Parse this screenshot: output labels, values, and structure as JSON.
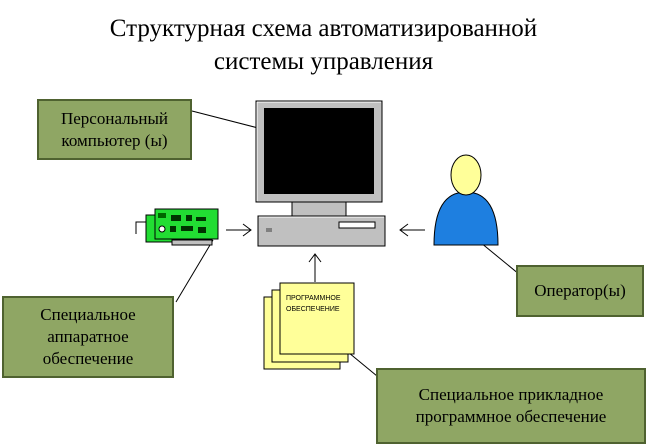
{
  "title": {
    "line1": "Структурная схема автоматизированной",
    "line2": "системы управления"
  },
  "labels": {
    "pc": {
      "line1": "Персональный",
      "line2": "компьютер (ы)"
    },
    "operator": "Оператор(ы)",
    "hardware": {
      "line1": "Специальное",
      "line2": "аппаратное",
      "line3": "обеспечение"
    },
    "software": {
      "line1": "Специальное прикладное",
      "line2": "программное обеспечение"
    }
  },
  "document": {
    "line1": "ПРОГРАММНОЕ",
    "line2": "ОБЕСПЕЧЕНИЕ"
  },
  "colors": {
    "label_fill": "#8fa664",
    "label_border": "#4f6230",
    "board": "#22dd33",
    "screen": "#000000",
    "computer_body": "#c0c0c0",
    "document": "#ffff99",
    "operator_head": "#ffff99",
    "operator_body": "#1e7fe0"
  }
}
